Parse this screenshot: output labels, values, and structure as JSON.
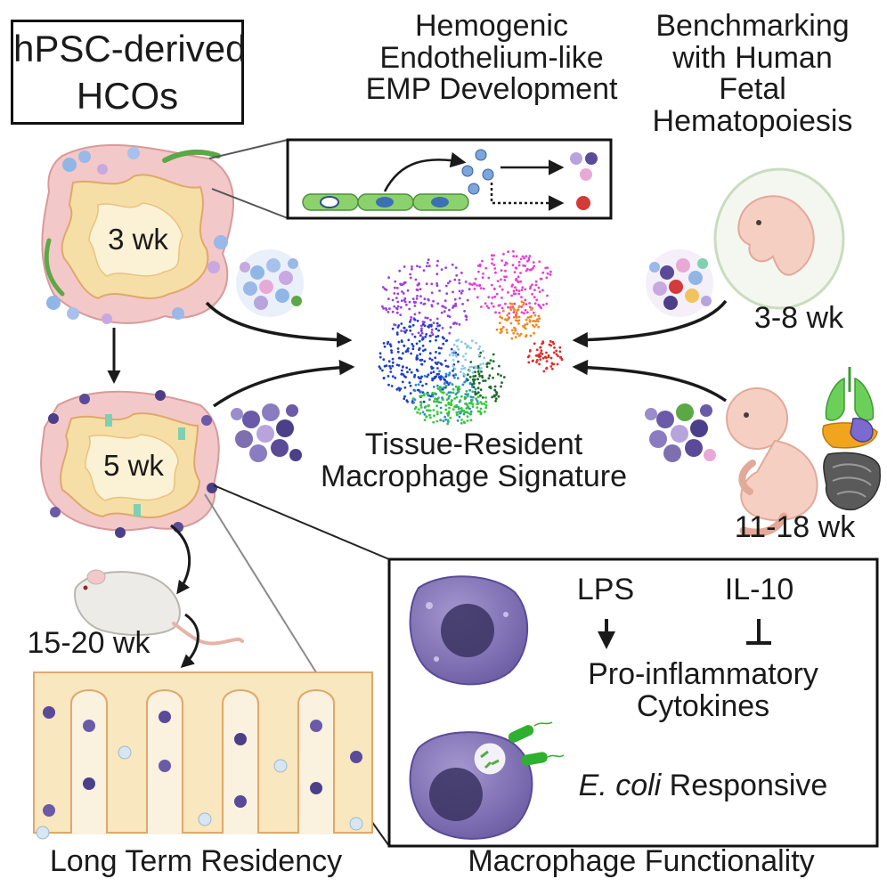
{
  "title": {
    "line1": "hPSC-derived",
    "line2": "HCOs"
  },
  "hemogenic": {
    "line1": "Hemogenic",
    "line2": "Endothelium-like",
    "line3": "EMP Development"
  },
  "benchmark": {
    "line1": "Benchmarking",
    "line2": "with Human",
    "line3": "Fetal",
    "line4": "Hematopoiesis"
  },
  "stages": {
    "organoid_3wk": "3 wk",
    "organoid_5wk": "5 wk",
    "fetal_early": "3-8 wk",
    "fetal_late": "11-18 wk",
    "mouse": "15-20 wk"
  },
  "signature": {
    "line1": "Tissue-Resident",
    "line2": "Macrophage Signature"
  },
  "functionality": {
    "lps": "LPS",
    "il10": "IL-10",
    "line1": "Pro-inflammatory",
    "line2": "Cytokines",
    "ecoli_italic": "E. coli",
    "ecoli_rest": " Responsive"
  },
  "bottom": {
    "left": "Long Term Residency",
    "right": "Macrophage Functionality"
  },
  "colors": {
    "epithelium": "#f6dfa6",
    "mesenchyme": "#f3c8c8",
    "macrophage": "#7e6fb0",
    "macrophage_dark": "#4b3f8a",
    "endothelium": "#7ed15f",
    "embryo": "#f6cfc3"
  }
}
